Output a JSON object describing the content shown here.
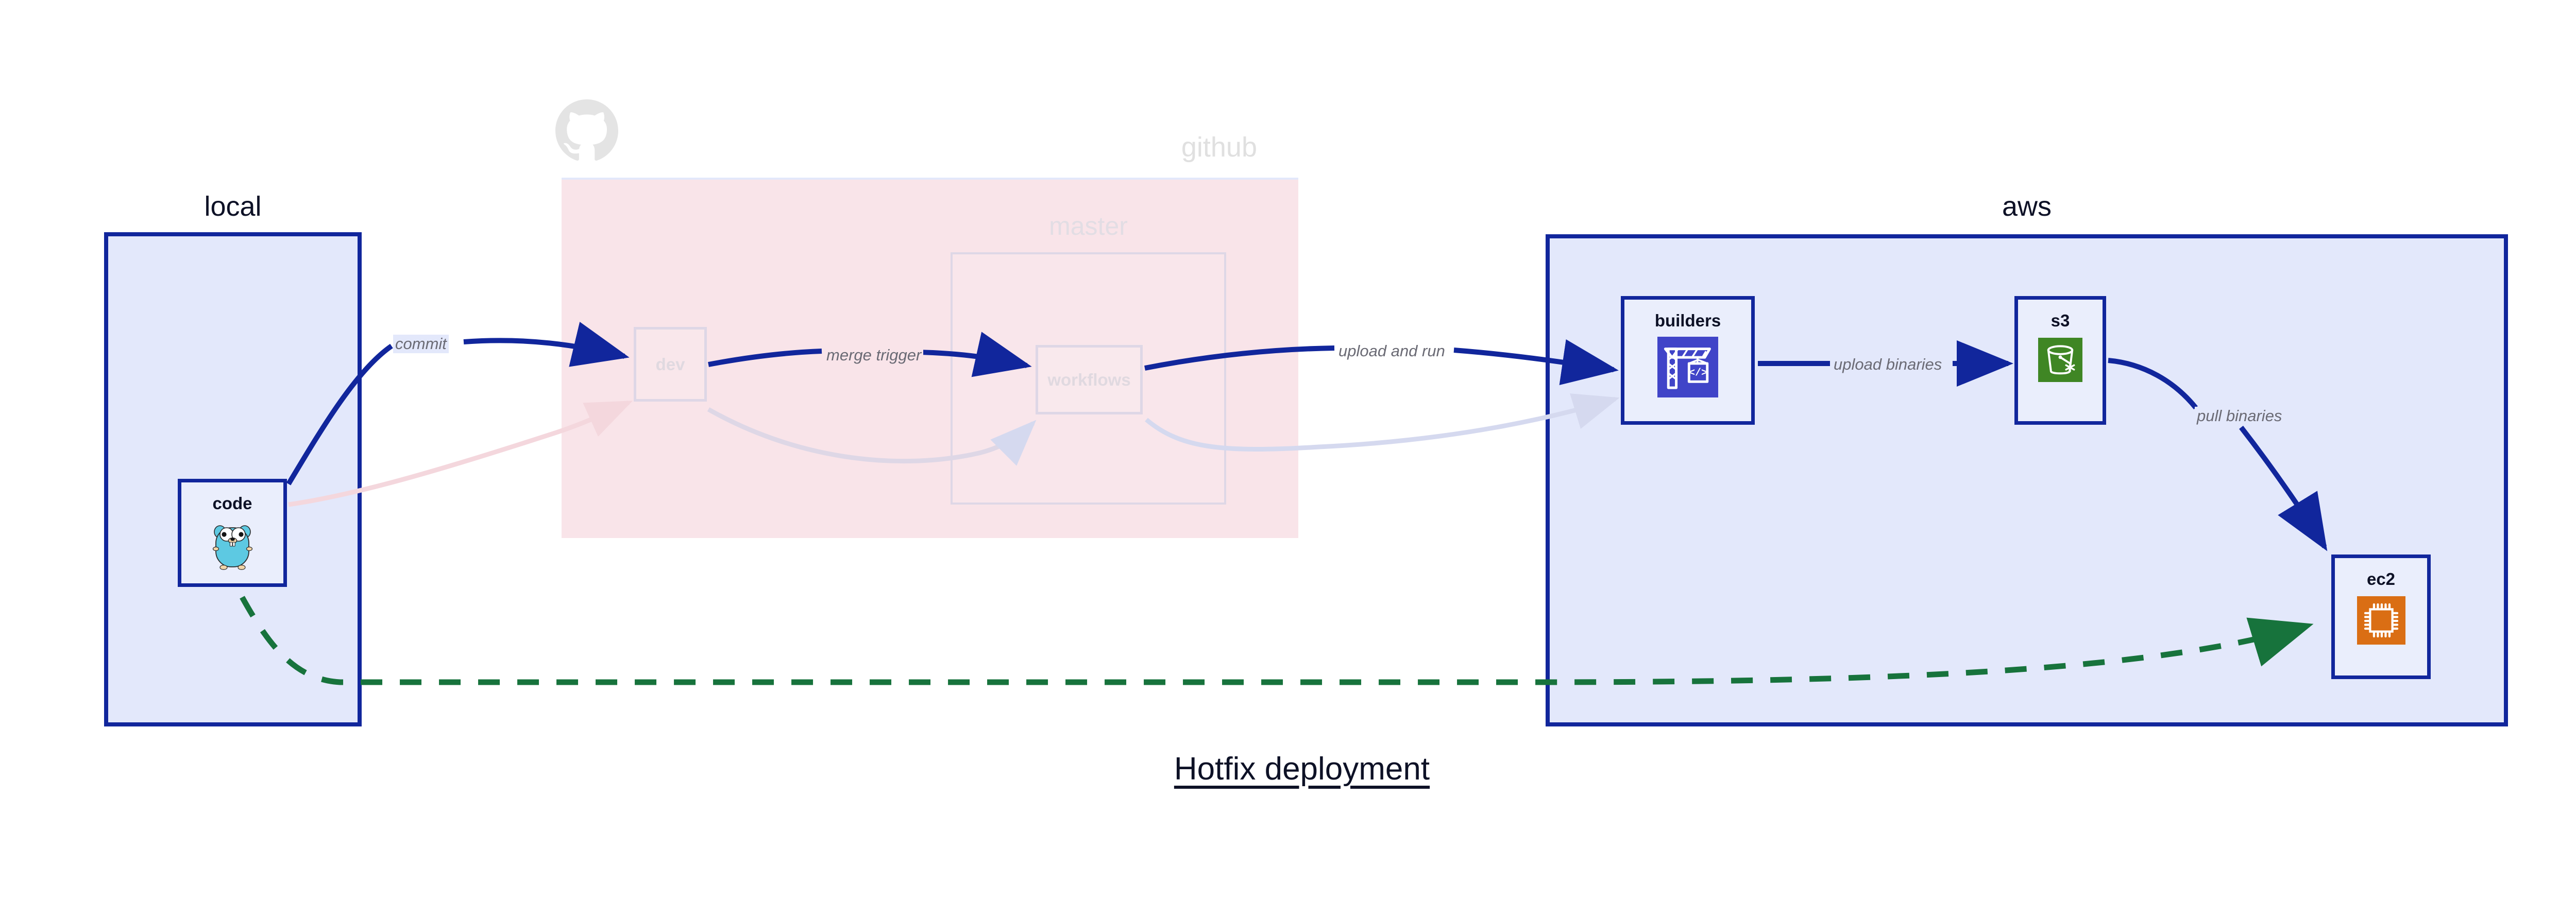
{
  "title": "Hotfix deployment",
  "clusters": [
    {
      "id": "local",
      "label": "local"
    },
    {
      "id": "github",
      "label": "github"
    },
    {
      "id": "master",
      "label": "master"
    },
    {
      "id": "aws",
      "label": "aws"
    }
  ],
  "nodes": [
    {
      "id": "code",
      "label": "code",
      "icon": "go-gopher-icon",
      "state": "active"
    },
    {
      "id": "dev",
      "label": "dev",
      "icon": "none",
      "state": "faded"
    },
    {
      "id": "workflows",
      "label": "workflows",
      "icon": "none",
      "state": "faded"
    },
    {
      "id": "builders",
      "label": "builders",
      "icon": "crane-code-icon",
      "state": "active"
    },
    {
      "id": "s3",
      "label": "s3",
      "icon": "s3-bucket-icon",
      "state": "active"
    },
    {
      "id": "ec2",
      "label": "ec2",
      "icon": "cpu-chip-icon",
      "state": "active"
    }
  ],
  "edges": [
    {
      "id": "commit",
      "from": "code",
      "to": "dev",
      "label": "commit",
      "style": "solid",
      "color": "#11269c"
    },
    {
      "id": "merge",
      "from": "dev",
      "to": "workflows",
      "label": "merge trigger",
      "style": "solid",
      "color": "#11269c"
    },
    {
      "id": "upload-run",
      "from": "workflows",
      "to": "builders",
      "label": "upload and run",
      "style": "solid",
      "color": "#11269c"
    },
    {
      "id": "upload-bin",
      "from": "builders",
      "to": "s3",
      "label": "upload binaries",
      "style": "solid",
      "color": "#11269c"
    },
    {
      "id": "pull",
      "from": "s3",
      "to": "ec2",
      "label": "pull binaries",
      "style": "solid",
      "color": "#11269c"
    },
    {
      "id": "hotfix",
      "from": "code",
      "to": "ec2",
      "label": "",
      "style": "dashed",
      "color": "#17733c"
    }
  ],
  "icons": {
    "github_logo": "github-octocat-icon"
  },
  "colors": {
    "accent_blue": "#11269c",
    "cluster_blue_fill": "#e3e8fb",
    "cluster_pink_fill": "#f9e4e9",
    "node_fill": "#eaeefc",
    "faded_border": "#ded7e6",
    "green_dashed": "#17733c",
    "builders_icon_bg": "#4044c8",
    "s3_icon_bg": "#3f8624",
    "ec2_icon_bg": "#da6e14",
    "gopher_body": "#5dc9e2",
    "label_text": "#6a6a74",
    "title_text": "#0d1126"
  }
}
